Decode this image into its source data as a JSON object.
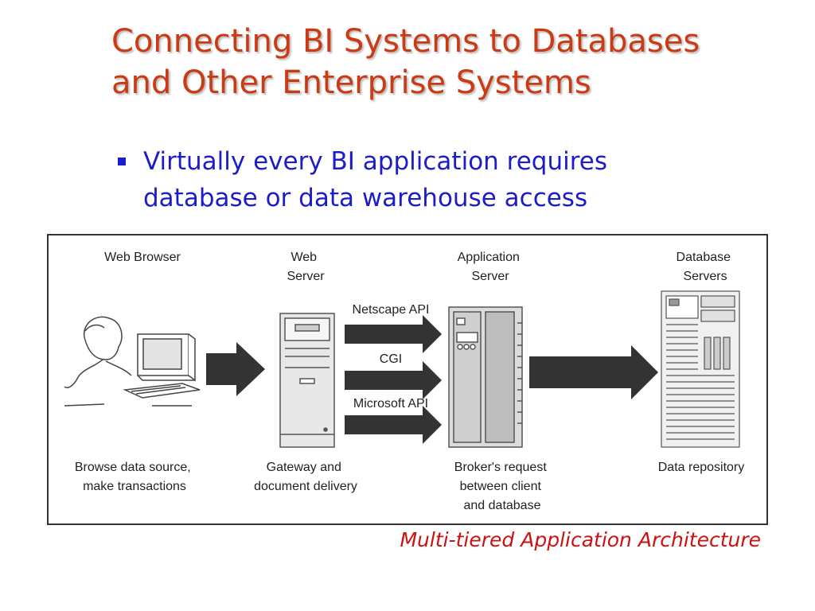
{
  "slide": {
    "title_lines": [
      "Connecting BI Systems to Databases",
      "and Other Enterprise Systems"
    ],
    "bullet_lines": [
      "Virtually every BI application requires",
      "database or data warehouse access"
    ],
    "caption": "Multi-tiered Application Architecture"
  },
  "diagram": {
    "tiers": [
      {
        "title_lines": [
          "Web Browser"
        ],
        "desc_lines": [
          "Browse data source,",
          "make transactions"
        ]
      },
      {
        "title_lines": [
          "Web",
          "Server"
        ],
        "desc_lines": [
          "Gateway and",
          "document delivery"
        ]
      },
      {
        "title_lines": [
          "Application",
          "Server"
        ],
        "desc_lines": [
          "Broker's request",
          "between client",
          "and database"
        ]
      },
      {
        "title_lines": [
          "Database",
          "Servers"
        ],
        "desc_lines": [
          "Data repository"
        ]
      }
    ],
    "interfaces": [
      "Netscape API",
      "CGI",
      "Microsoft API"
    ]
  },
  "colors": {
    "title": "#cc3a14",
    "bullet": "#1c1cc8",
    "caption": "#cc1111",
    "arrow": "#333333"
  },
  "icons": [
    "person-at-computer-icon",
    "web-server-tower-icon",
    "application-server-rack-icon",
    "database-server-rack-icon",
    "right-arrow-icon"
  ]
}
